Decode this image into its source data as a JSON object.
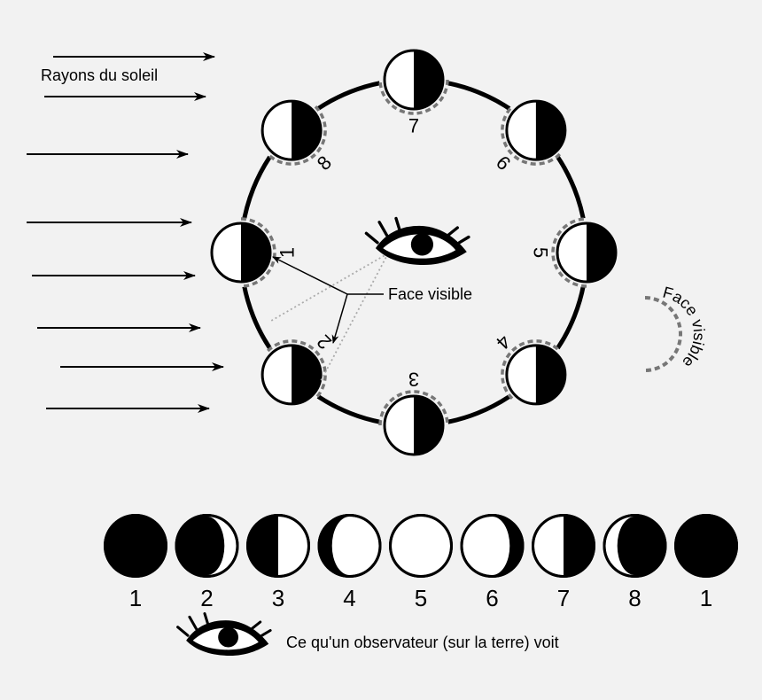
{
  "labels": {
    "sun_rays": "Rayons du soleil",
    "face_visible": "Face visible",
    "face_visible_arc": "Face visible",
    "observer_caption": "Ce qu'un observateur (sur la terre) voit"
  },
  "orbit_numbers": [
    "1",
    "2",
    "3",
    "4",
    "5",
    "6",
    "7",
    "8"
  ],
  "phases": [
    {
      "label": "1",
      "lit_fraction": 0.0,
      "lit_side": "none"
    },
    {
      "label": "2",
      "lit_fraction": 0.2,
      "lit_side": "right"
    },
    {
      "label": "3",
      "lit_fraction": 0.5,
      "lit_side": "right"
    },
    {
      "label": "4",
      "lit_fraction": 0.8,
      "lit_side": "right"
    },
    {
      "label": "5",
      "lit_fraction": 1.0,
      "lit_side": "full"
    },
    {
      "label": "6",
      "lit_fraction": 0.8,
      "lit_side": "left"
    },
    {
      "label": "7",
      "lit_fraction": 0.5,
      "lit_side": "left"
    },
    {
      "label": "8",
      "lit_fraction": 0.2,
      "lit_side": "left"
    },
    {
      "label": "1",
      "lit_fraction": 0.0,
      "lit_side": "none"
    }
  ],
  "colors": {
    "dark": "#000000",
    "light": "#ffffff",
    "background": "#f2f2f2",
    "visible_face_dash": "#777777",
    "sight_line": "#aaaaaa"
  },
  "icons": [
    "eye-icon",
    "arrow-icon"
  ]
}
